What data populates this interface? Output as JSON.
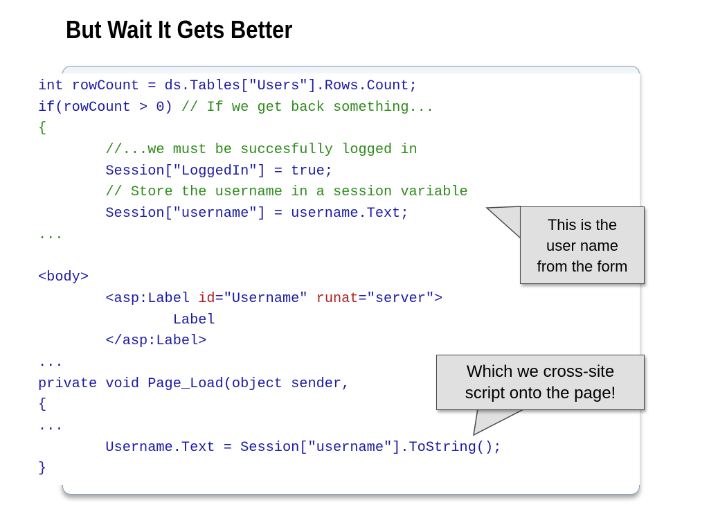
{
  "slide": {
    "title": "But Wait It Gets Better"
  },
  "code": {
    "lines": [
      [
        {
          "t": "int rowCount = ds.Tables[\"Users\"].Rows.Count;",
          "c": "blue"
        }
      ],
      [
        {
          "t": "if(rowCount > 0) ",
          "c": "blue"
        },
        {
          "t": "// If we get back something...",
          "c": "green"
        }
      ],
      [
        {
          "t": "{",
          "c": "green"
        }
      ],
      [
        {
          "t": "        //...we must be succesfully logged in",
          "c": "green"
        }
      ],
      [
        {
          "t": "        Session[\"LoggedIn\"] = true;",
          "c": "blue"
        }
      ],
      [
        {
          "t": "        // Store the username in a session variable",
          "c": "green"
        }
      ],
      [
        {
          "t": "        Session[\"username\"] = username.Text;",
          "c": "blue"
        }
      ],
      [
        {
          "t": "...",
          "c": "green"
        }
      ],
      [
        {
          "t": "",
          "c": "blue"
        }
      ],
      [
        {
          "t": "<body>",
          "c": "blue"
        }
      ],
      [
        {
          "t": "        <asp:Label ",
          "c": "blue"
        },
        {
          "t": "id",
          "c": "red"
        },
        {
          "t": "=\"Username\" ",
          "c": "blue"
        },
        {
          "t": "runat",
          "c": "red"
        },
        {
          "t": "=\"server\">",
          "c": "blue"
        }
      ],
      [
        {
          "t": "                Label",
          "c": "blue"
        }
      ],
      [
        {
          "t": "        </asp:Label>",
          "c": "blue"
        }
      ],
      [
        {
          "t": "...",
          "c": "blue"
        }
      ],
      [
        {
          "t": "private void Page_Load(object sender,",
          "c": "blue"
        }
      ],
      [
        {
          "t": "{",
          "c": "blue"
        }
      ],
      [
        {
          "t": "...",
          "c": "blue"
        }
      ],
      [
        {
          "t": "        Username.Text = Session[\"username\"].ToString();",
          "c": "blue"
        }
      ],
      [
        {
          "t": "}",
          "c": "blue"
        }
      ]
    ]
  },
  "callouts": {
    "first": {
      "lines": [
        "This is the",
        "user name",
        "from the form"
      ]
    },
    "second": {
      "lines": [
        "Which we cross-site",
        "script onto the page!"
      ]
    }
  },
  "colors": {
    "code_blue": "#1a1aa6",
    "code_green": "#2e8b1a",
    "code_red": "#b01e1e",
    "callout_fill": "#e0e0e0"
  }
}
